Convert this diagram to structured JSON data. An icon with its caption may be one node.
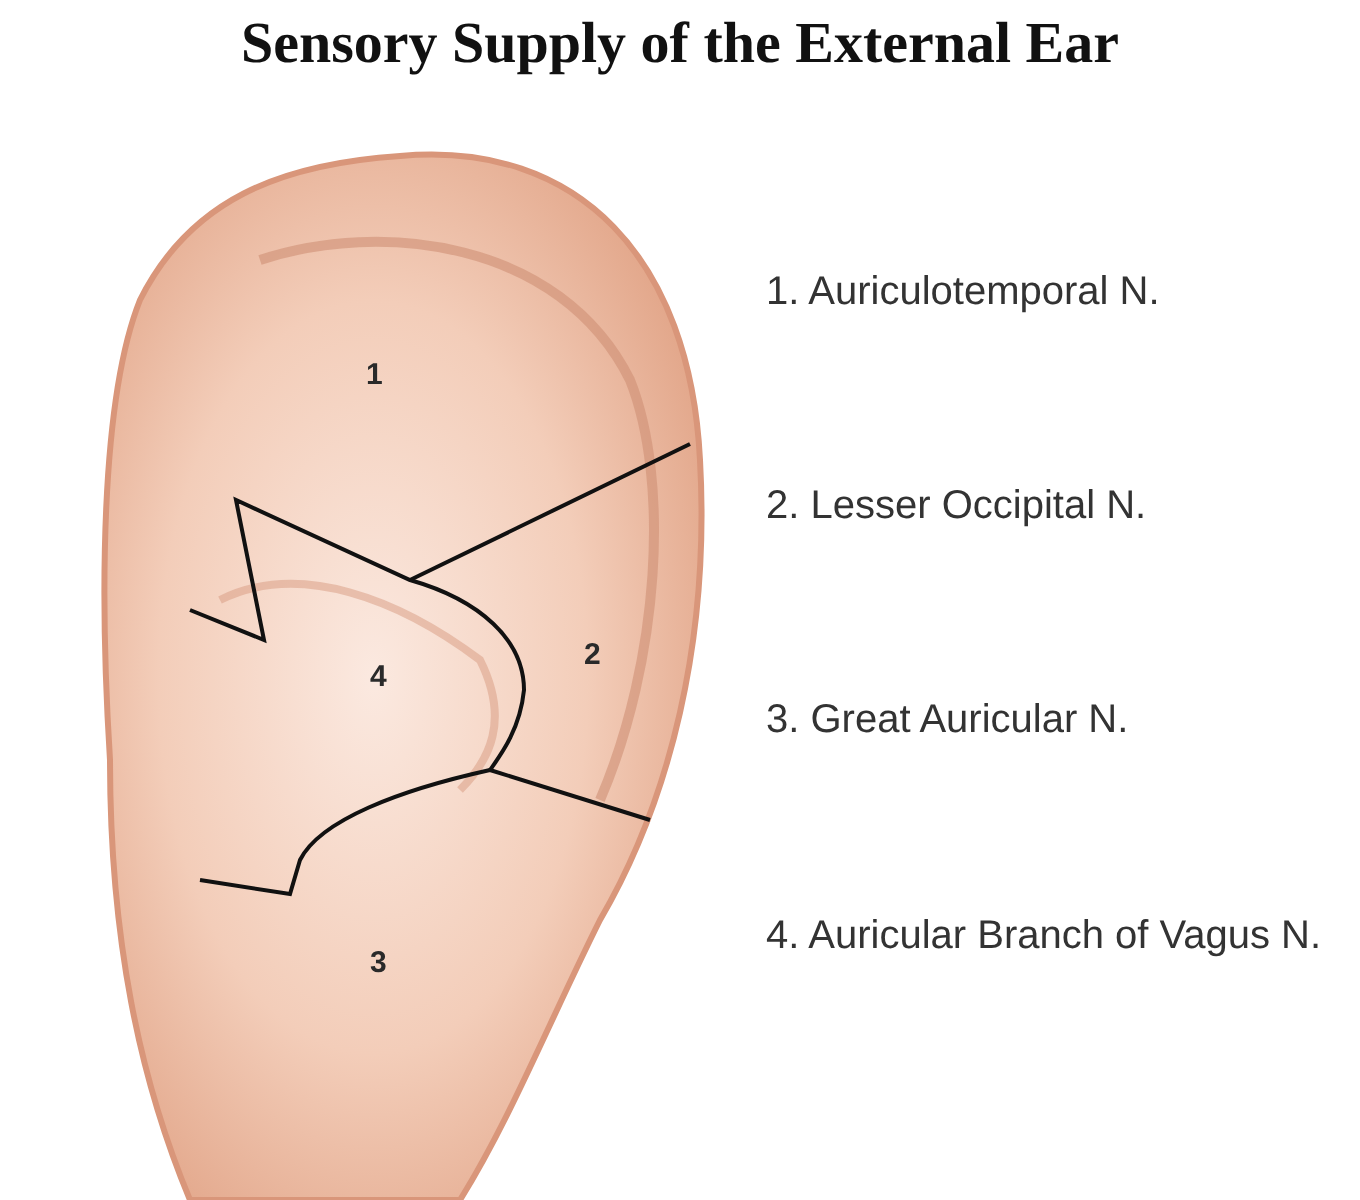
{
  "diagram": {
    "title": "Sensory Supply of the External Ear",
    "labels": [
      "1. Auriculotemporal N.",
      "1",
      "2. Lesser Occipital N.",
      "4",
      "2",
      "3. Great Auricular N.",
      "3",
      "4. Auricular Branch of Vagus N."
    ]
  }
}
